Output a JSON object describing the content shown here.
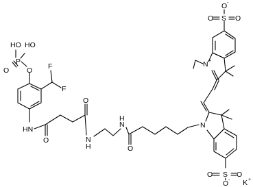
{
  "atoms": {
    "ho1": "HO",
    "p": "P",
    "ho2": "HO",
    "o_dbl_p": "O",
    "o_ether": "O",
    "f1": "F",
    "f2": "F",
    "nh_amide1": "HN",
    "o_amide1": "O",
    "o_amide2": "O",
    "nh_amide2": "N",
    "h_amide2": "H",
    "nh_amide3": "N",
    "h_amide3": "H",
    "o_amide3": "O",
    "n_indole_lower": "N",
    "n_indole_upper": "N",
    "n_upper_charge": "+",
    "s_top": "S",
    "o_top_left": "O",
    "o_top_right": "O",
    "o_top_up": "O",
    "o_top_minus": "-",
    "s_bottom": "S",
    "o_bottom_left": "O",
    "o_bottom_right": "O",
    "o_bottom_down": "O",
    "o_bottom_minus": "-",
    "counter_ion": "K",
    "counter_charge": "+"
  }
}
